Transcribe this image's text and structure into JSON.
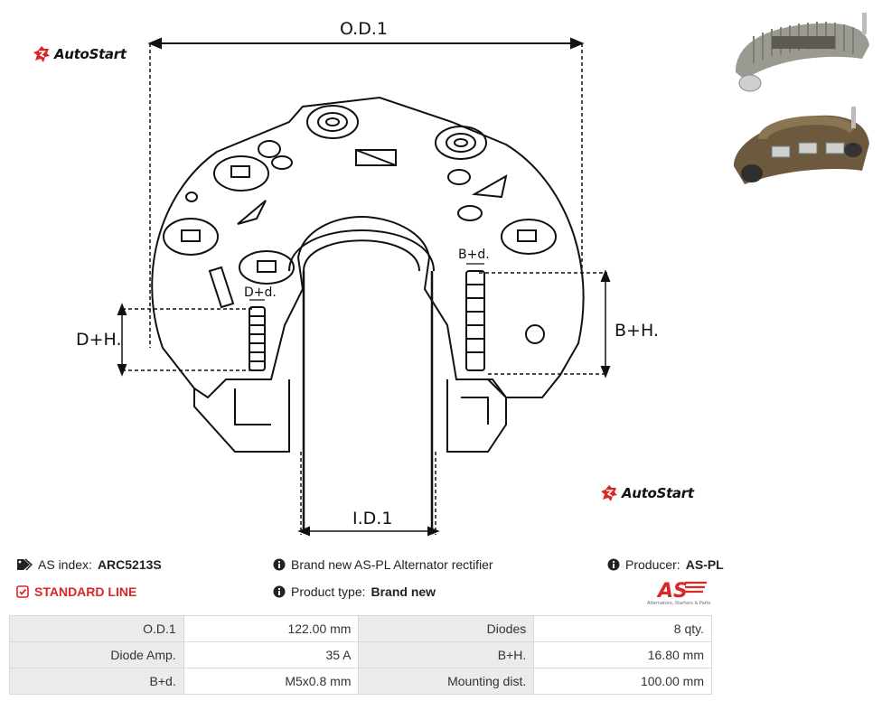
{
  "brand": {
    "logo_text": "AutoStart",
    "producer_logo_text": "AS",
    "producer_logo_tagline": "Alternators, Starters & Parts"
  },
  "drawing": {
    "dims": {
      "od": "O.D.1",
      "id": "I.D.1",
      "bd_small": "B+d.",
      "dd_small": "D+d.",
      "dh": "D+H.",
      "bh": "B+H."
    }
  },
  "info": {
    "as_index_label": "AS index:",
    "as_index_value": "ARC5213S",
    "line_label": "STANDARD LINE",
    "description": "Brand new AS-PL Alternator rectifier",
    "product_type_label": "Product type:",
    "product_type_value": "Brand new",
    "producer_label": "Producer:",
    "producer_value": "AS-PL"
  },
  "specs": [
    {
      "k1": "O.D.1",
      "v1": "122.00 mm",
      "k2": "Diodes",
      "v2": "8 qty."
    },
    {
      "k1": "Diode Amp.",
      "v1": "35 A",
      "k2": "B+H.",
      "v2": "16.80 mm"
    },
    {
      "k1": "B+d.",
      "v1": "M5x0.8 mm",
      "k2": "Mounting dist.",
      "v2": "100.00 mm"
    }
  ],
  "colors": {
    "accent_red": "#d92727",
    "table_key_bg": "#ebebeb"
  }
}
